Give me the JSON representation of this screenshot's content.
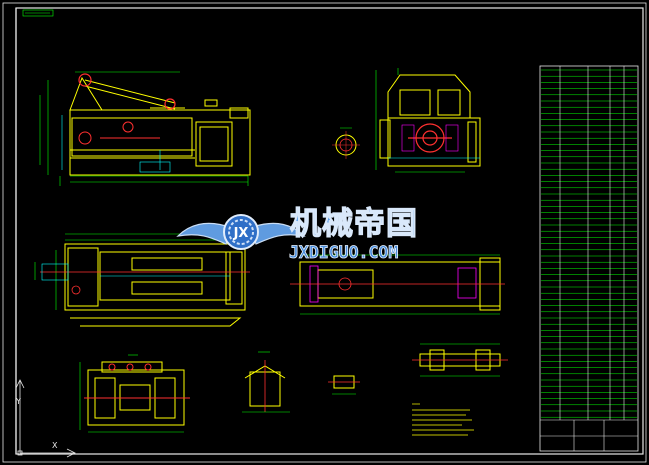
{
  "drawing": {
    "background": "#000000",
    "colors": {
      "frame": "#e8e8e8",
      "part": "#ffff00",
      "dimension": "#00ff00",
      "center": "#ff3030",
      "hidden": "#00ffff",
      "section": "#ff00ff",
      "watermark": "#4a90e2"
    }
  },
  "watermark": {
    "logo_glyph": "JX",
    "title": "机械帝国",
    "subtitle": "JXDIGUO.COM"
  },
  "title_block": {
    "icon": "title-block-table"
  },
  "axis_icon": {
    "x_label": "X",
    "y_label": "Y"
  }
}
